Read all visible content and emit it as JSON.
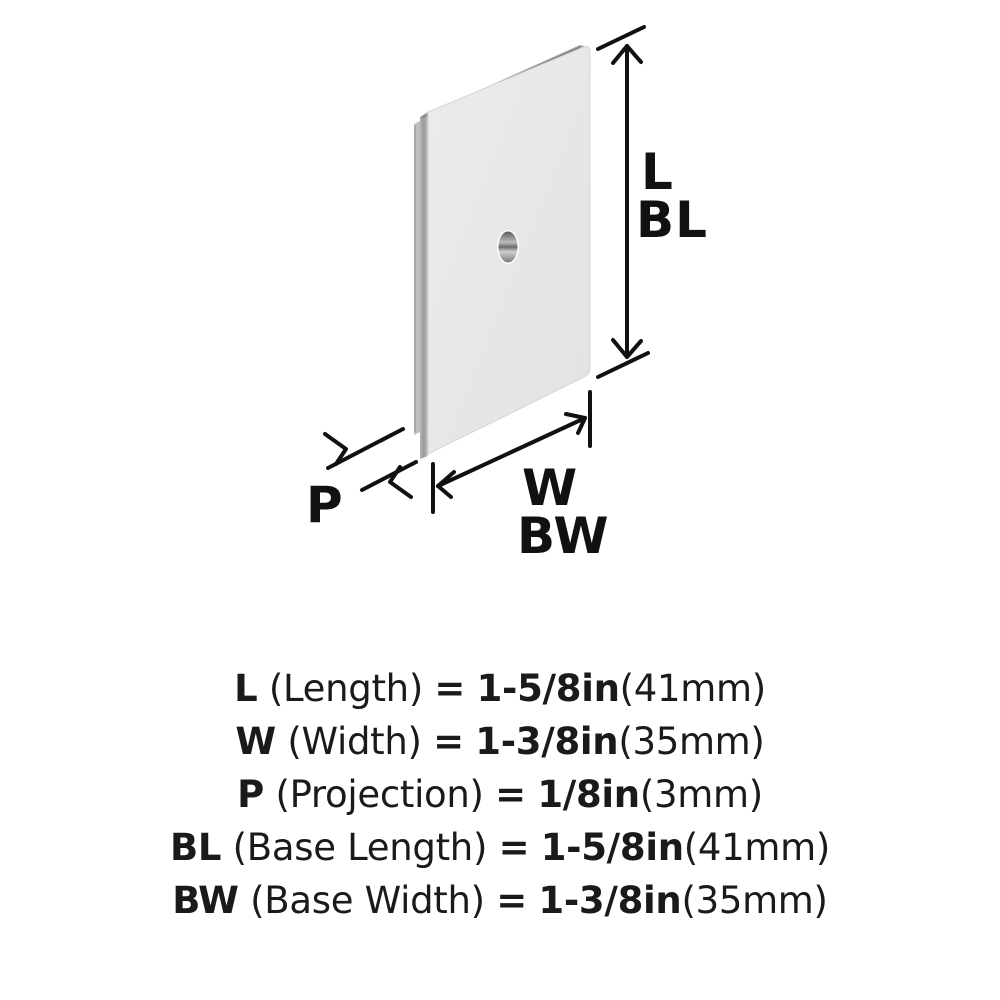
{
  "diagram": {
    "product": "rectangular backplate with center mounting hole",
    "colors": {
      "plate_face": "#e6e6e6",
      "plate_edge": "#a9a9a9",
      "plate_edge_dark": "#8c8c8c",
      "dimension_lines": "#111111",
      "background": "#ffffff"
    },
    "labels": {
      "length": "L",
      "base_length": "BL",
      "width": "W",
      "base_width": "BW",
      "projection": "P"
    }
  },
  "specs": [
    {
      "abbr": "L",
      "name": "(Length)",
      "eq": "=",
      "inch": "1-5/8in",
      "mm": "(41mm)"
    },
    {
      "abbr": "W",
      "name": "(Width)",
      "eq": "=",
      "inch": "1-3/8in",
      "mm": "(35mm)"
    },
    {
      "abbr": "P",
      "name": "(Projection)",
      "eq": "=",
      "inch": "1/8in",
      "mm": "(3mm)"
    },
    {
      "abbr": "BL",
      "name": "(Base Length)",
      "eq": "=",
      "inch": "1-5/8in",
      "mm": "(41mm)"
    },
    {
      "abbr": "BW",
      "name": "(Base Width)",
      "eq": "=",
      "inch": "1-3/8in",
      "mm": "(35mm)"
    }
  ]
}
